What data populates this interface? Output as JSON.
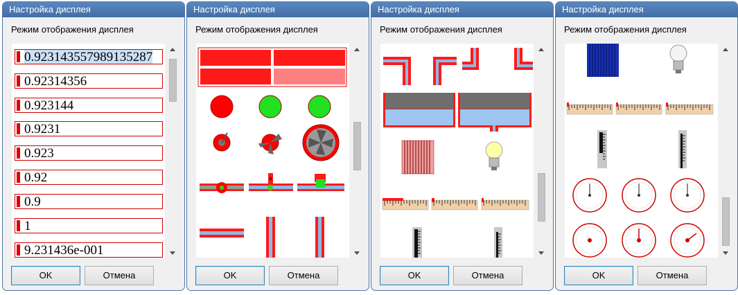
{
  "dialogs": [
    {
      "title": "Настройка дисплея",
      "label": "Режим отображения дисплея",
      "ok": "OK",
      "cancel": "Отмена"
    },
    {
      "title": "Настройка дисплея",
      "label": "Режим отображения дисплея",
      "ok": "OK",
      "cancel": "Отмена"
    },
    {
      "title": "Настройка дисплея",
      "label": "Режим отображения дисплея",
      "ok": "OK",
      "cancel": "Отмена"
    },
    {
      "title": "Настройка дисплея",
      "label": "Режим отображения дисплея",
      "ok": "OK",
      "cancel": "Отмена"
    }
  ],
  "number_formats": [
    "0.923143557989135287",
    "0.92314356",
    "0.923144",
    "0.9231",
    "0.923",
    "0.92",
    "0.9",
    "1",
    "9.231436e-001"
  ],
  "colors": {
    "accent_red": "#e00000",
    "pipe_blue": "#8fb8e6",
    "title_blue": "#4a77b2",
    "green": "#22dd22"
  },
  "icons": {
    "panel2": [
      "bar-indicator-icon",
      "round-lamp-red-icon",
      "round-lamp-green-icon",
      "round-lamp-green-icon",
      "valve-icon",
      "fan-small-icon",
      "fan-large-icon",
      "pipe-valve-icon",
      "pipe-gauge-icon",
      "pipe-block-icon",
      "pipe-horizontal-icon",
      "pipe-vertical-icon",
      "pipe-vertical-icon"
    ],
    "panel3": [
      "pipe-elbow-icon",
      "pipe-elbow-icon",
      "pipe-elbow-icon",
      "pipe-elbow-icon",
      "tank-icon",
      "tank-icon",
      "heater-icon",
      "light-bulb-icon",
      "ruler-icon",
      "ruler-icon",
      "ruler-icon",
      "vertical-scale-icon",
      "vertical-scale-icon"
    ],
    "panel4": [
      "heater-blue-icon",
      "light-bulb-icon",
      "ruler-icon",
      "ruler-icon",
      "ruler-icon",
      "vertical-scale-icon",
      "vertical-scale-icon",
      "dial-gauge-icon",
      "dial-gauge-icon",
      "dial-gauge-icon",
      "dial-gauge-icon",
      "dial-gauge-icon",
      "dial-gauge-icon"
    ]
  }
}
